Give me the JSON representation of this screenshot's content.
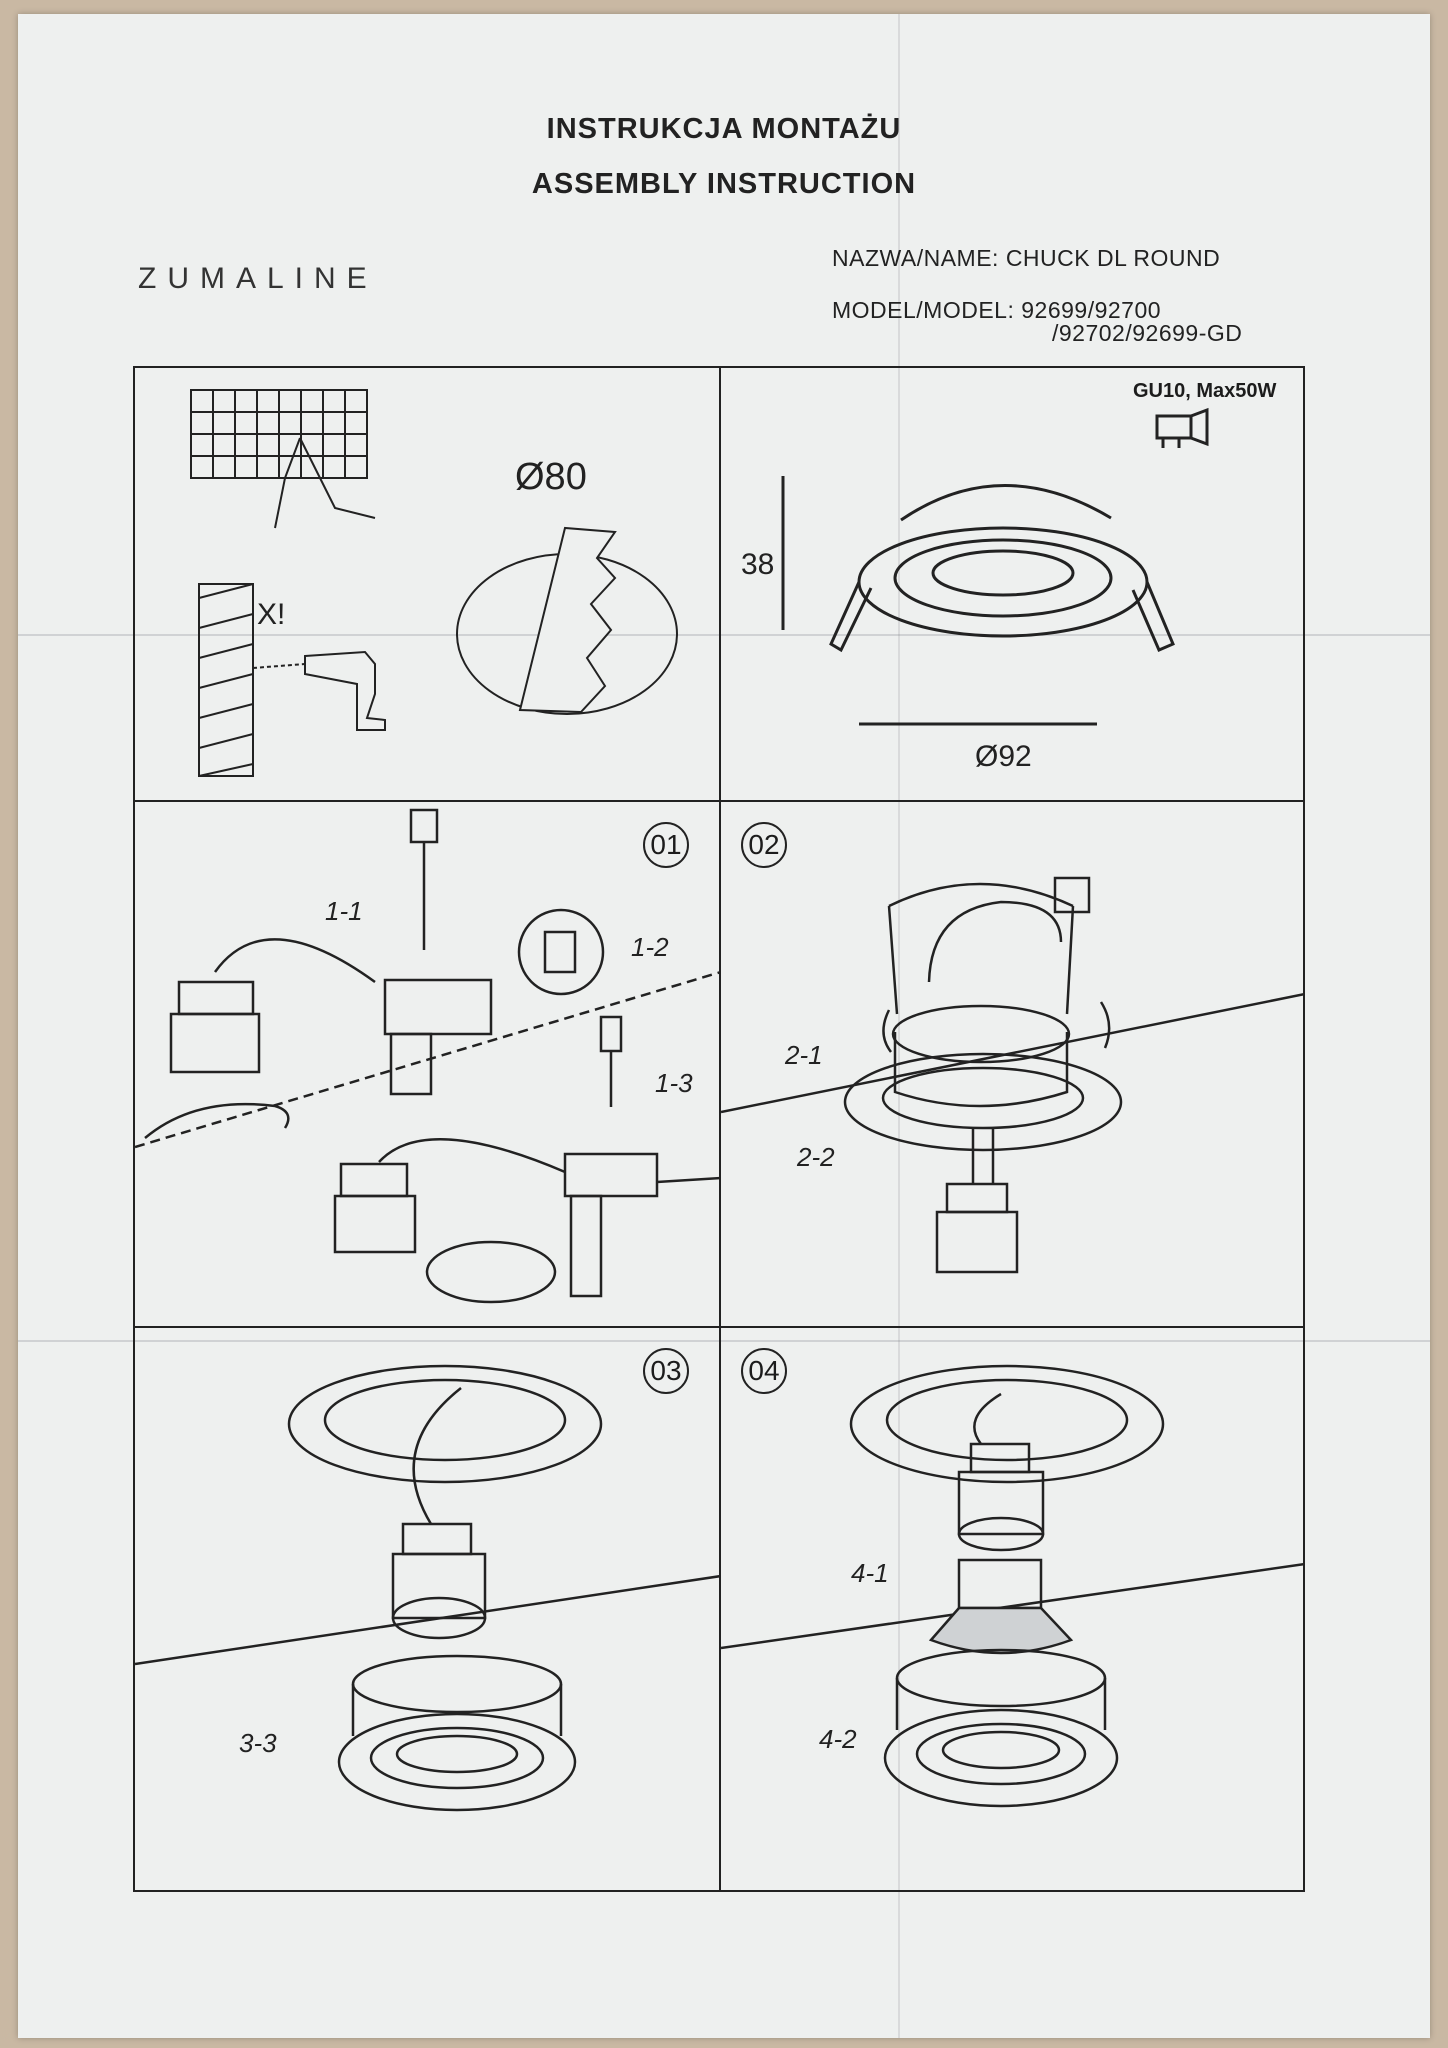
{
  "header": {
    "title_pl": "INSTRUKCJA MONTAŻU",
    "title_en": "ASSEMBLY INSTRUCTION",
    "brand": "ZUMALINE",
    "name_line": "NAZWA/NAME: CHUCK DL ROUND",
    "model_line": "MODEL/MODEL: 92699/92700",
    "model_line2": "/92702/92699-GD"
  },
  "panels": {
    "intro": {
      "cutout_diameter": "Ø80",
      "drill_warning": "X!"
    },
    "dimensions": {
      "lamp_spec": "GU10, Max50W",
      "height": "38",
      "outer_diameter": "Ø92"
    },
    "step1": {
      "number": "01",
      "label_a": "1-1",
      "label_b": "1-2",
      "label_c": "1-3"
    },
    "step2": {
      "number": "02",
      "label_a": "2-1",
      "label_b": "2-2"
    },
    "step3": {
      "number": "03",
      "label_a": "3-3"
    },
    "step4": {
      "number": "04",
      "label_a": "4-1",
      "label_b": "4-2"
    }
  }
}
